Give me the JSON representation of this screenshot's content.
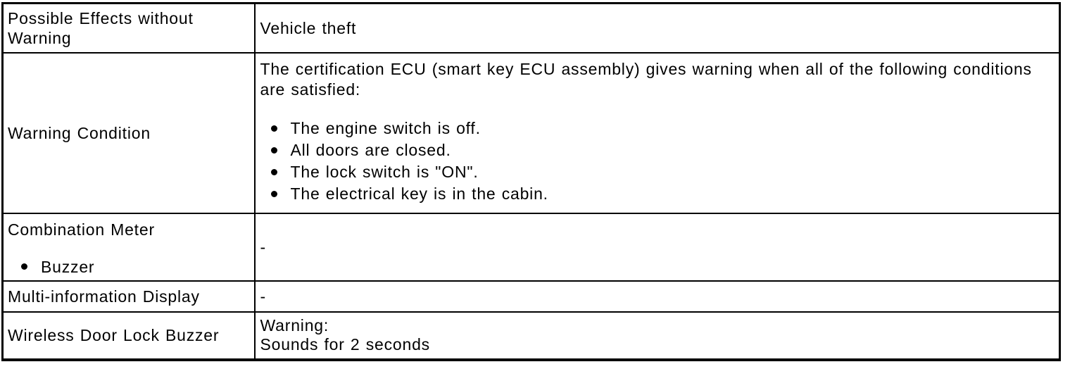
{
  "colors": {
    "background": "#ffffff",
    "text": "#000000",
    "border": "#000000"
  },
  "table": {
    "rows": [
      {
        "label_lines": [
          "Possible Effects without",
          "Warning"
        ],
        "value": "Vehicle theft"
      },
      {
        "label": "Warning Condition",
        "intro_lines": [
          "The certification ECU (smart key ECU assembly) gives warning when all of the following conditions",
          "are satisfied:"
        ],
        "bullets": [
          "The engine switch is off.",
          "All doors are closed.",
          "The lock switch is \"ON\".",
          "The electrical key is in the cabin."
        ]
      },
      {
        "label": "Combination Meter",
        "label_bullets": [
          "Buzzer"
        ],
        "value": "-"
      },
      {
        "label": "Multi-information Display",
        "value": "-"
      },
      {
        "label": "Wireless Door Lock Buzzer",
        "value_lines": [
          "Warning:",
          "Sounds for 2 seconds"
        ]
      }
    ]
  }
}
